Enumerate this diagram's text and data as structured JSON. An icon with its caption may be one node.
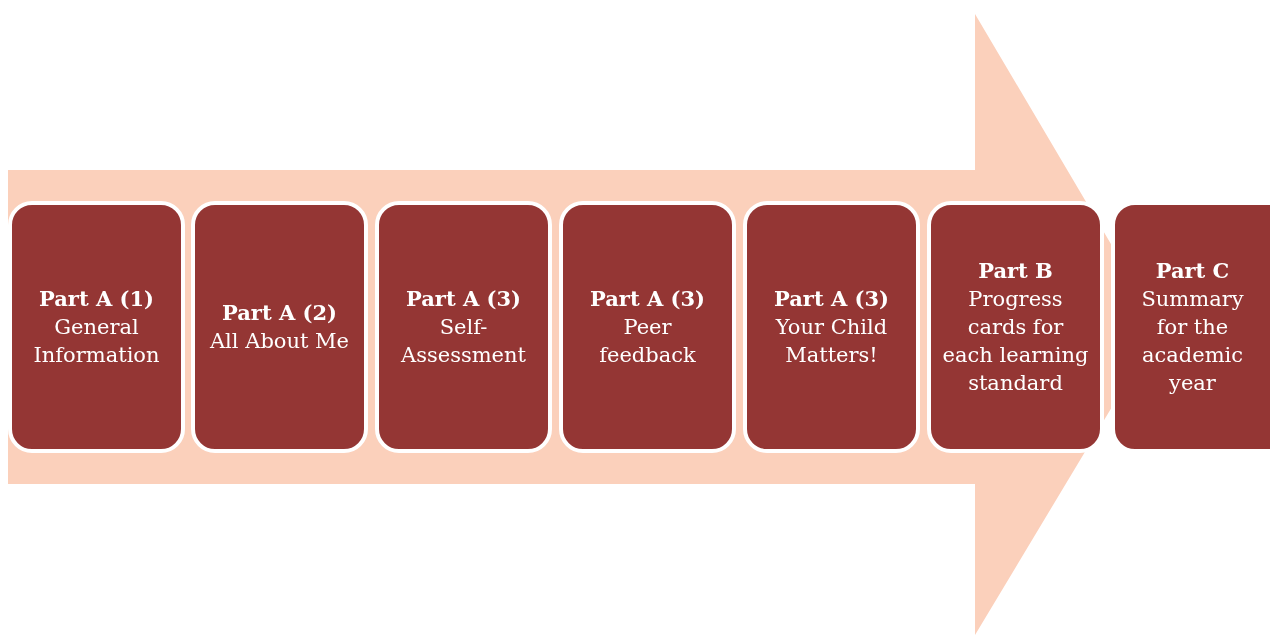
{
  "diagram": {
    "nodes": [
      {
        "text": [
          "Part A (1)",
          "General Information"
        ]
      },
      {
        "text": [
          "Part A (2)",
          "All About Me"
        ]
      },
      {
        "text": [
          "Part A (3)",
          "Self-Assessment"
        ]
      },
      {
        "text": [
          "Part A (3)",
          "Peer feedback"
        ]
      },
      {
        "text": [
          "Part A (3)",
          "Your Child Matters!"
        ]
      },
      {
        "text": [
          "Part B",
          "Progress cards for each learning standard"
        ]
      },
      {
        "text": [
          "Part C",
          "Summary for the academic year"
        ]
      }
    ],
    "edges": [
      {
        "from": 0,
        "to": 6,
        "arrow": "to",
        "style": "thick"
      }
    ]
  }
}
